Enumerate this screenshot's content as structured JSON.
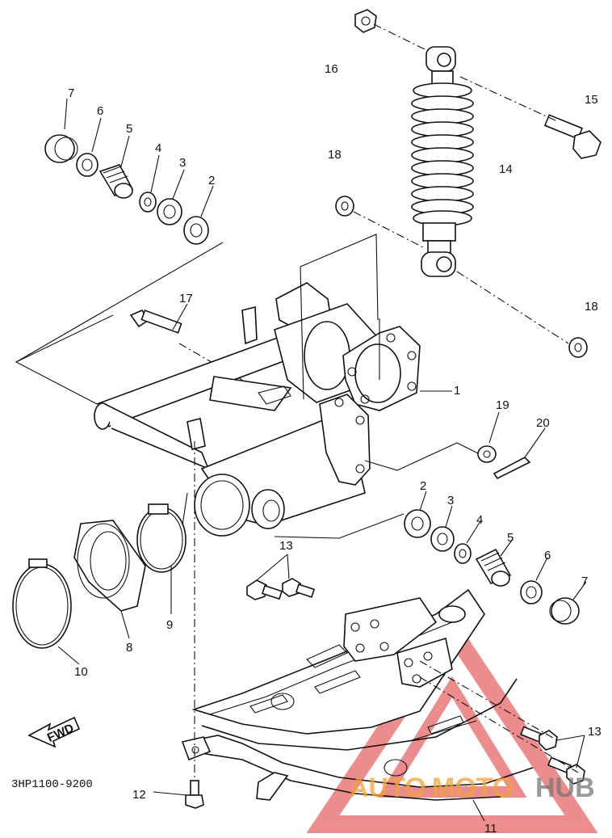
{
  "diagram": {
    "part_code": "3HP1100-9200",
    "direction_label": "FWD",
    "callouts": [
      "1",
      "2",
      "3",
      "4",
      "5",
      "6",
      "7",
      "8",
      "9",
      "10",
      "11",
      "12",
      "13",
      "14",
      "15",
      "16",
      "17",
      "18",
      "19",
      "20"
    ],
    "callouts_repeat": {
      "second_2": "2",
      "second_3": "3",
      "second_4": "4",
      "second_5": "5",
      "second_6": "6",
      "second_7": "7",
      "second_13": "13",
      "second_18": "18"
    }
  },
  "watermark": {
    "part1": "AUTO",
    "part2": "MOTO",
    "part3": "HUB",
    "color_red": "#e03030",
    "color_orange": "#f2a23a",
    "color_gray": "#777777"
  }
}
